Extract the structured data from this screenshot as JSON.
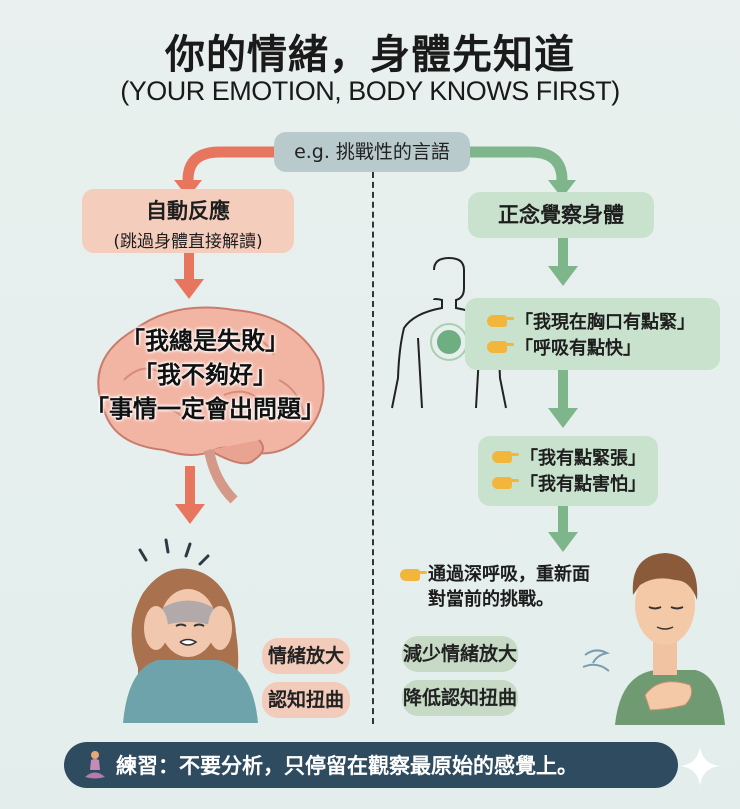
{
  "header": {
    "title": "你的情緒，身體先知道",
    "subtitle": "(YOUR EMOTION, BODY KNOWS FIRST)"
  },
  "trigger": {
    "label": "e.g. 挑戰性的言語"
  },
  "colors": {
    "background": "#e6efee",
    "left_path_accent": "#e8765e",
    "right_path_accent": "#7fb58a",
    "left_box": "#f5cdbd",
    "right_box": "#c9e2cd",
    "trigger_box": "#b9cacd",
    "banner": "#2f4b5f",
    "hand_pointer": "#f2b63c"
  },
  "left_path": {
    "box": {
      "title": "自動反應",
      "subtitle": "(跳過身體直接解讀)"
    },
    "thoughts": [
      "「我總是失敗」",
      "「我不夠好」",
      "「事情一定會出問題」"
    ],
    "illustration_brain": "brain-icon",
    "illustration_person": "stressed-woman-icon",
    "outcomes": [
      "情緒放大",
      "認知扭曲"
    ]
  },
  "right_path": {
    "box": {
      "title": "正念覺察身體"
    },
    "illustration_body": "body-outline-icon",
    "sensations": [
      "「我現在胸口有點緊」",
      "「呼吸有點快」"
    ],
    "feelings": [
      "「我有點緊張」",
      "「我有點害怕」"
    ],
    "breathing_note": {
      "line1": "通過深呼吸，重新面",
      "line2": "對當前的挑戰。"
    },
    "illustration_person": "calm-man-icon",
    "outcomes": [
      "減少情緒放大",
      "降低認知扭曲"
    ]
  },
  "footer": {
    "icon": "meditation-icon",
    "text": "練習：不要分析，只停留在觀察最原始的感覺上。"
  }
}
